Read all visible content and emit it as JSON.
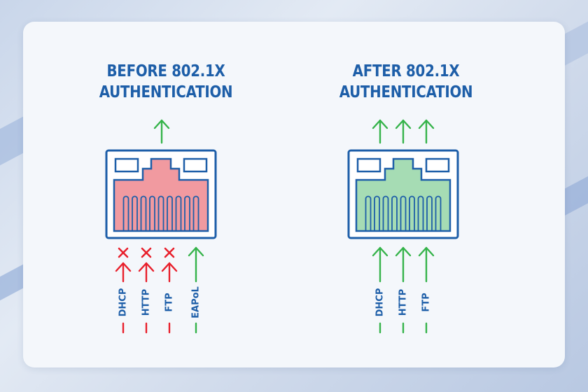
{
  "panels": [
    {
      "id": "before",
      "title_line1": "BEFORE 802.1X",
      "title_line2": "AUTHENTICATION",
      "port_fill": "#f19aa0",
      "port_state": "blocked",
      "top_arrows": 1,
      "protocols": [
        {
          "label": "DHCP",
          "allowed": false
        },
        {
          "label": "HTTP",
          "allowed": false
        },
        {
          "label": "FTP",
          "allowed": false
        },
        {
          "label": "EAPoL",
          "allowed": true
        }
      ]
    },
    {
      "id": "after",
      "title_line1": "AFTER 802.1X",
      "title_line2": "AUTHENTICATION",
      "port_fill": "#a6dcb4",
      "port_state": "open",
      "top_arrows": 3,
      "protocols": [
        {
          "label": "DHCP",
          "allowed": true
        },
        {
          "label": "HTTP",
          "allowed": true
        },
        {
          "label": "FTP",
          "allowed": true
        }
      ]
    }
  ],
  "colors": {
    "title": "#1d5ea8",
    "port_outline": "#1d5ea8",
    "allowed": "#35b34a",
    "blocked": "#e8202c",
    "label": "#1d5ea8"
  }
}
